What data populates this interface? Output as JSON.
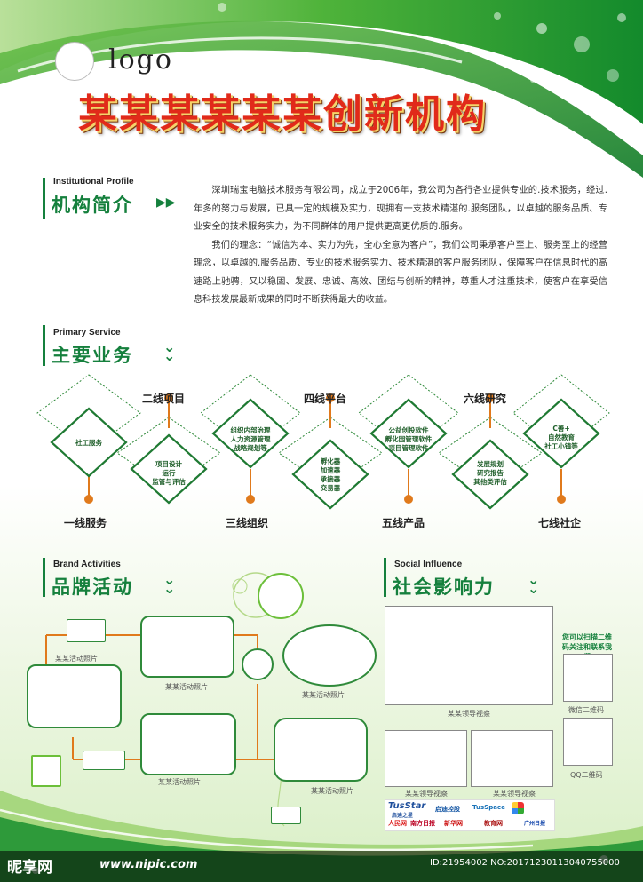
{
  "header": {
    "logo": "logo",
    "title": "某某某某某某创新机构"
  },
  "profile": {
    "heading_en": "Institutional Profile",
    "heading_cn": "机构简介",
    "para1": "深圳瑞宝电脑技术服务有限公司，成立于2006年，我公司为各行各业提供专业的.技术服务，经过.年多的努力与发展，已具一定的规模及实力，现拥有一支技术精湛的.服务团队，以卓越的服务品质、专业安全的技术服务实力，为不同群体的用户提供更高更优质的.服务。",
    "para2": "我们的理念：“诚信为本、实力为先，全心全意为客户”，我们公司秉承客户至上、服务至上的经营理念，以卓越的.服务品质、专业的技术服务实力、技术精湛的客户服务团队，保障客户在信息时代的高速路上驰骋，又以稳固、发展、忠诚、高效、团结与创新的精神，尊重人才注重技术，使客户在享受信息科技发展最新成果的同时不断获得最大的收益。"
  },
  "service": {
    "heading_en": "Primary Service",
    "heading_cn": "主要业务",
    "top_labels": [
      "二线项目",
      "四线平台",
      "六线研究"
    ],
    "bottom_labels": [
      "一线服务",
      "三线组织",
      "五线产品",
      "七线社企"
    ],
    "node_texts": [
      "社工服务",
      "项目设计\n运行\n监管与评估",
      "组织内部治理\n人力资源管理\n战略规划等",
      "孵化器\n加速器\n承接器\n交易器",
      "公益创投软件\n孵化园管理软件\n项目管理软件",
      "发展规划\n研究报告\n其他类评估",
      "C善+\n自然教育\n社工小镇等"
    ]
  },
  "brand": {
    "heading_en": "Brand Activities",
    "heading_cn": "品牌活动",
    "photo_captions": [
      "某某活动照片",
      "某某活动照片",
      "某某活动照片",
      "某某活动照片",
      "某某活动照片"
    ]
  },
  "social": {
    "heading_en": "Social Influence",
    "heading_cn": "社会影响力",
    "captions": [
      "某某领导视察",
      "某某领导视察",
      "某某领导视察"
    ],
    "qr_title": "您可以扫描二维码关注和联系我们",
    "qr_captions": [
      "微信二维码",
      "QQ二维码"
    ],
    "sponsors": [
      "TusStar",
      "启迪之星",
      "启迪控股",
      "TusSpace",
      "人民网",
      "南方日报",
      "新华网",
      "教育网",
      "广州日报"
    ]
  },
  "footer": {
    "site": "昵享网",
    "url": "www.nipic.com",
    "id": "ID:21954002 NO:20171230113040755000"
  },
  "colors": {
    "accent_green": "#15803d",
    "title_red": "#e12a1a",
    "connector_orange": "#e07a1c"
  }
}
